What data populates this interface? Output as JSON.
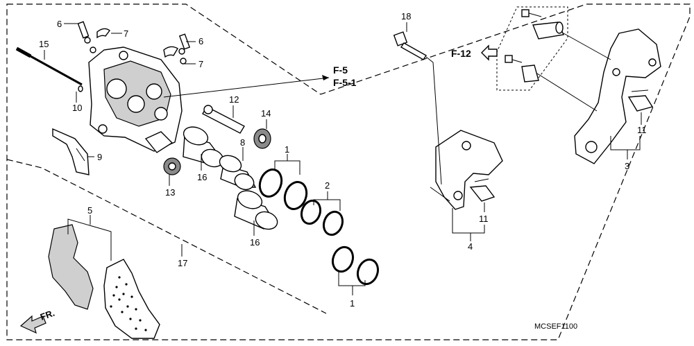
{
  "diagram": {
    "ref_f12": "F-12",
    "ref_f5": "F-5",
    "ref_f51": "F-5-1",
    "front_label": "FR.",
    "code": "MCSEF1100",
    "labels": {
      "p1a": "1",
      "p1b": "1",
      "p2": "2",
      "p3": "3",
      "p4": "4",
      "p5": "5",
      "p6a": "6",
      "p6b": "6",
      "p7a": "7",
      "p7b": "7",
      "p8": "8",
      "p9": "9",
      "p10": "10",
      "p11a": "11",
      "p11b": "11",
      "p12": "12",
      "p13": "13",
      "p14": "14",
      "p15": "15",
      "p16a": "16",
      "p16b": "16",
      "p17": "17",
      "p18": "18"
    }
  }
}
